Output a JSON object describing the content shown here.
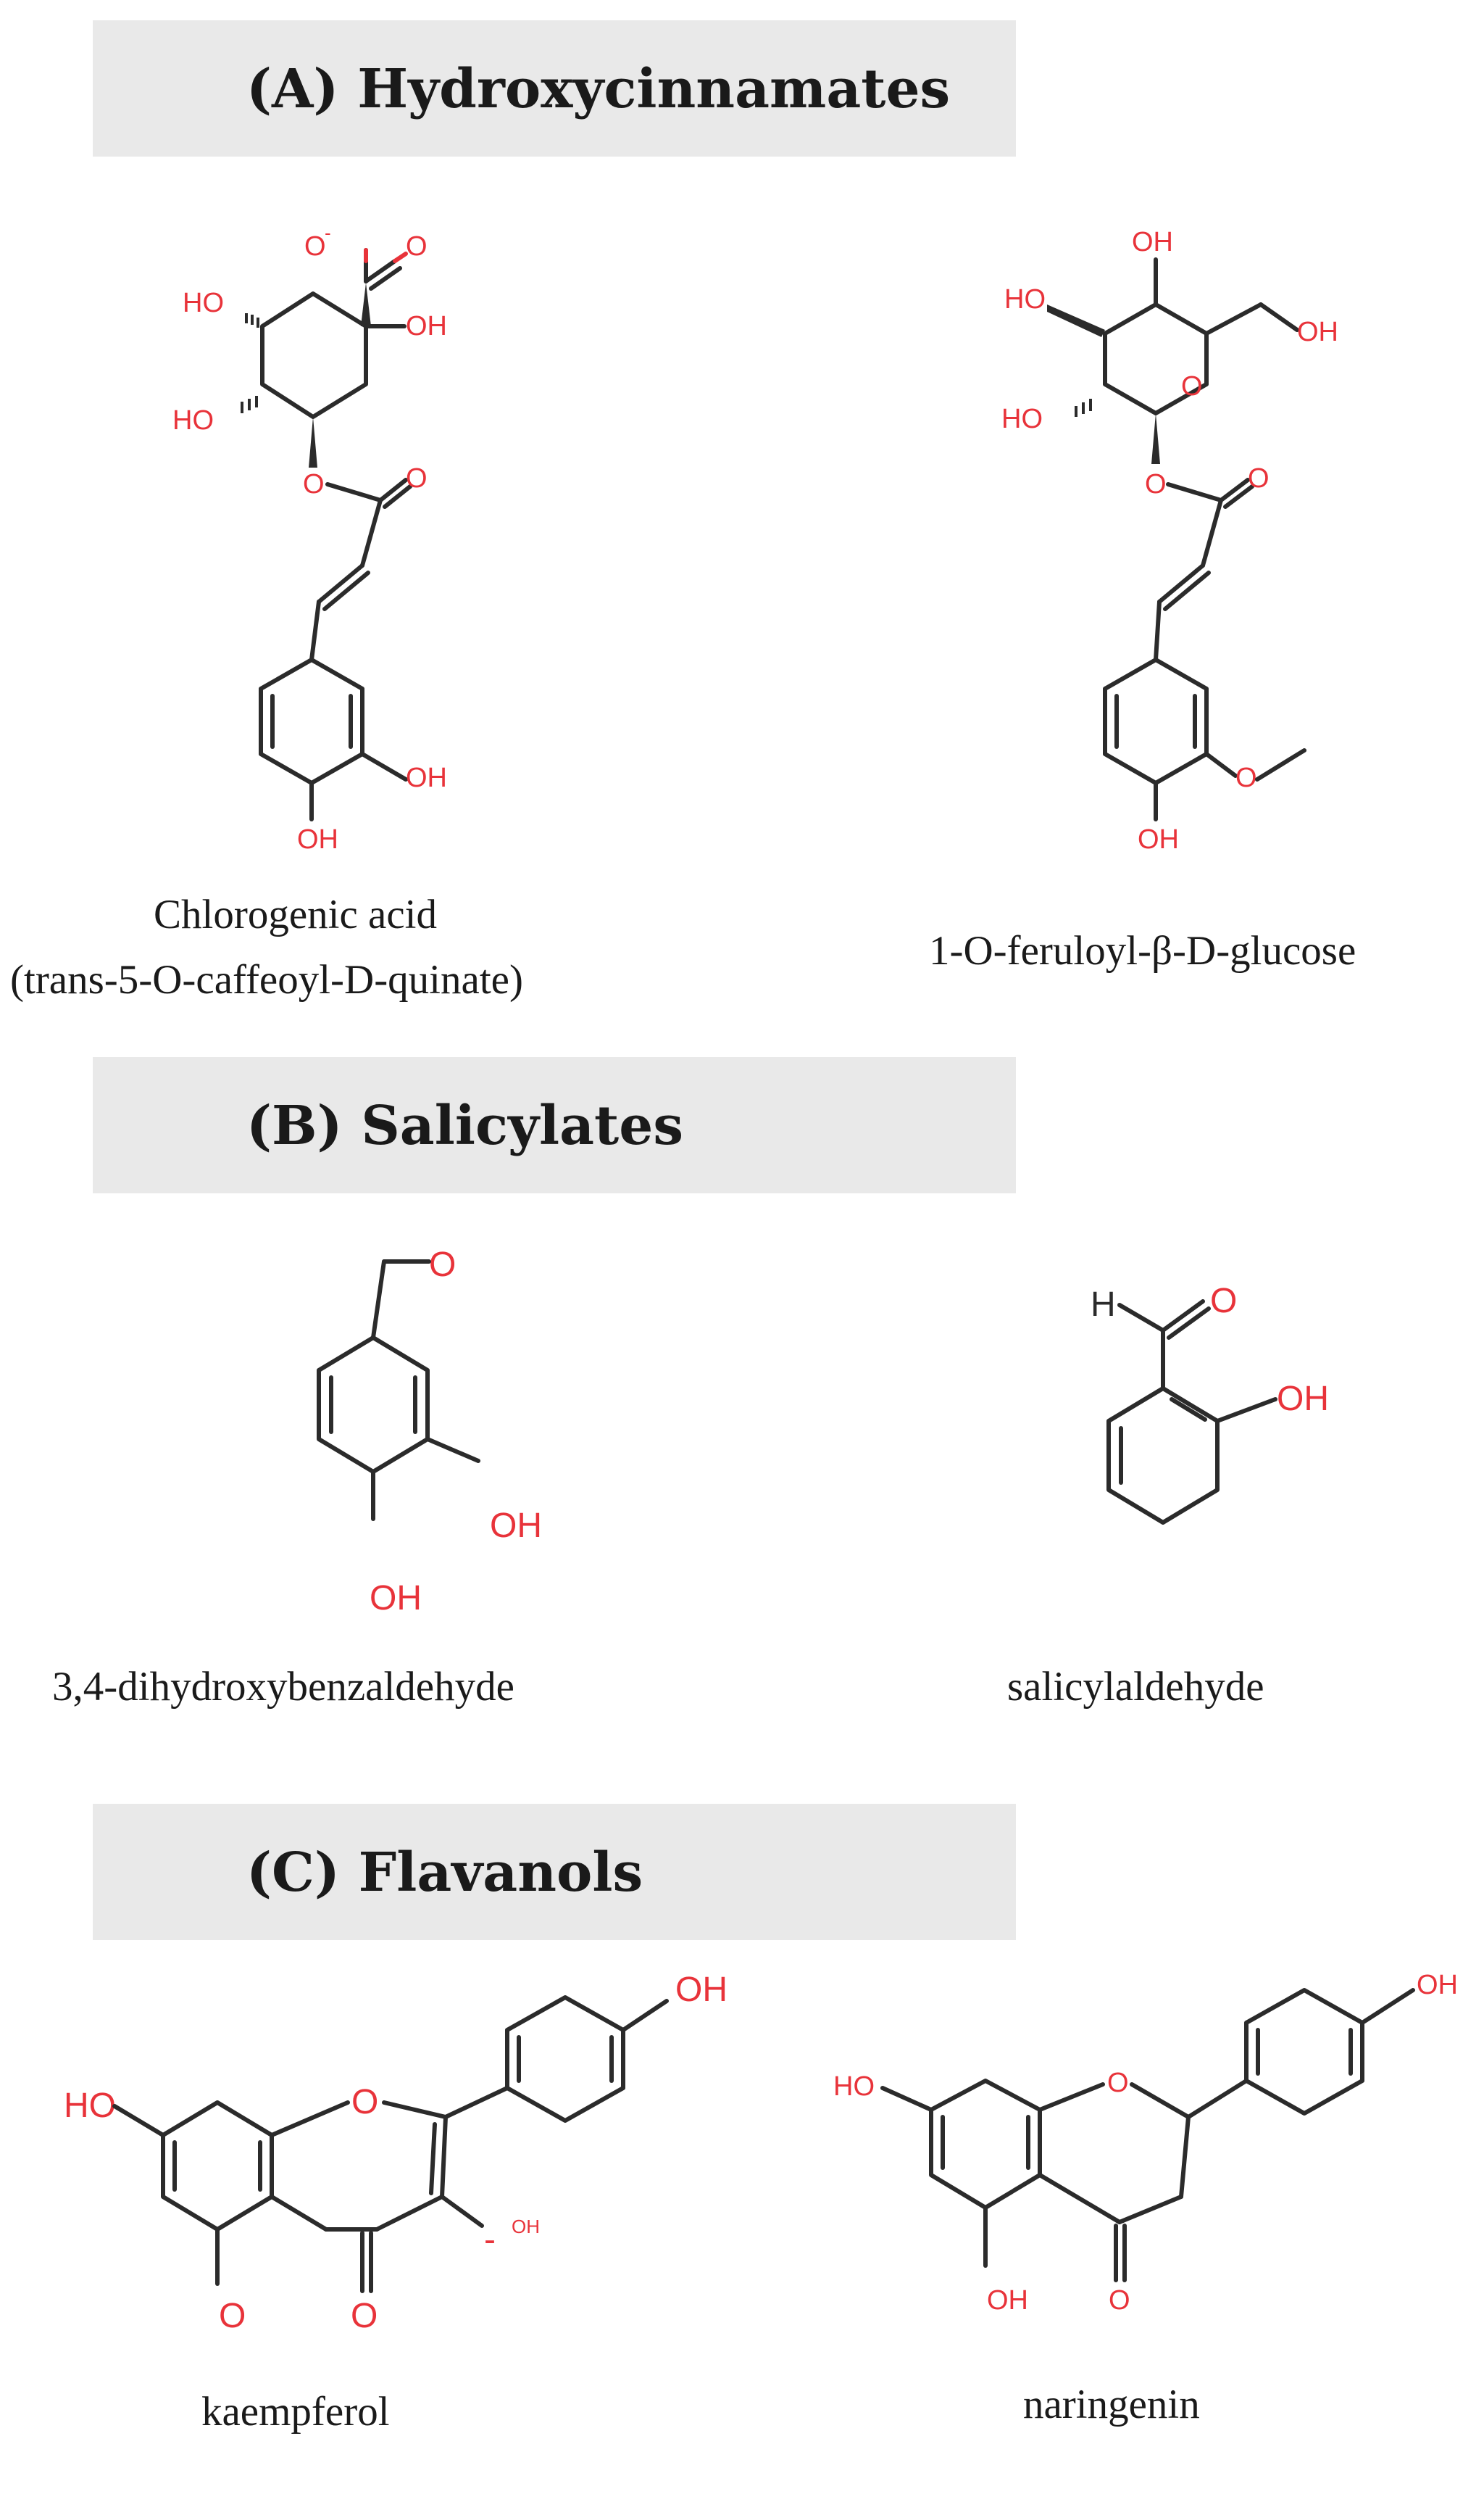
{
  "sections": [
    {
      "title": "(A) Hydroxycinnamates",
      "compounds": [
        {
          "name_lines": [
            "Chlorogenic acid",
            "(trans-5-O-caffeoyl-D-quinate)"
          ],
          "labels": [
            "O",
            "-",
            "O",
            "HO",
            "OH",
            "HO",
            "O",
            "O",
            "OH",
            "OH"
          ]
        },
        {
          "name_lines": [
            "1-O-feruloyl-β-D-glucose"
          ],
          "labels": [
            "OH",
            "HO",
            "OH",
            "O",
            "HO",
            "O",
            "O",
            "O",
            "OH"
          ]
        }
      ]
    },
    {
      "title": "(B) Salicylates",
      "compounds": [
        {
          "name_lines": [
            "3,4-dihydroxybenzaldehyde"
          ],
          "labels": [
            "O",
            "OH",
            "OH"
          ]
        },
        {
          "name_lines": [
            "salicylaldehyde"
          ],
          "labels": [
            "H",
            "O",
            "OH"
          ]
        }
      ]
    },
    {
      "title": "(C) Flavanols",
      "compounds": [
        {
          "name_lines": [
            "kaempferol"
          ],
          "labels": [
            "OH",
            "HO",
            "O",
            "O",
            "-",
            "OH",
            "O"
          ]
        },
        {
          "name_lines": [
            "naringenin"
          ],
          "labels": [
            "OH",
            "HO",
            "O",
            "OH",
            "O"
          ]
        }
      ]
    }
  ],
  "colors": {
    "heteroatom": "#e8333a",
    "bond": "#2b2b2b",
    "banner": "#e9e9e9"
  }
}
